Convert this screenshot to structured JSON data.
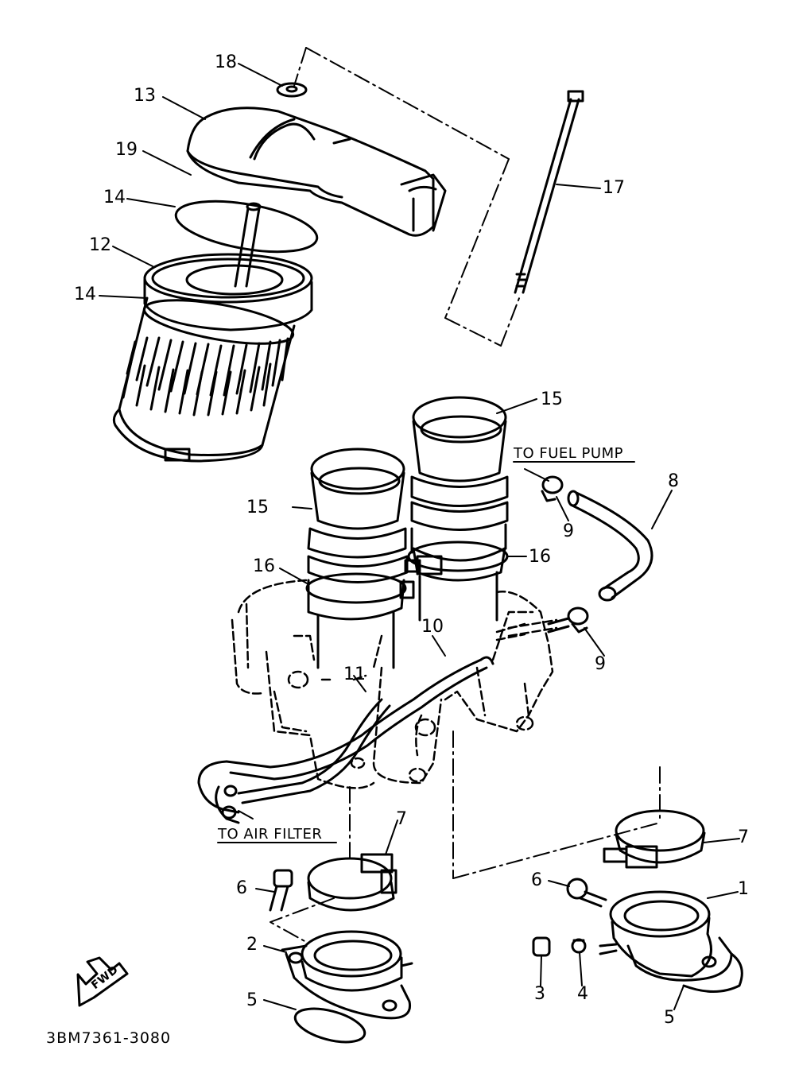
{
  "callouts": [
    {
      "id": "c18",
      "text": "18"
    },
    {
      "id": "c13",
      "text": "13"
    },
    {
      "id": "c19",
      "text": "19"
    },
    {
      "id": "c14a",
      "text": "14"
    },
    {
      "id": "c12",
      "text": "12"
    },
    {
      "id": "c14b",
      "text": "14"
    },
    {
      "id": "c17",
      "text": "17"
    },
    {
      "id": "c15a",
      "text": "15"
    },
    {
      "id": "c15b",
      "text": "15"
    },
    {
      "id": "c8",
      "text": "8"
    },
    {
      "id": "c9a",
      "text": "9"
    },
    {
      "id": "c16a",
      "text": "16"
    },
    {
      "id": "c16b",
      "text": "16"
    },
    {
      "id": "c10",
      "text": "10"
    },
    {
      "id": "c9b",
      "text": "9"
    },
    {
      "id": "c11",
      "text": "11"
    },
    {
      "id": "c7a",
      "text": "7"
    },
    {
      "id": "c7b",
      "text": "7"
    },
    {
      "id": "c6a",
      "text": "6"
    },
    {
      "id": "c6b",
      "text": "6"
    },
    {
      "id": "c1",
      "text": "1"
    },
    {
      "id": "c2",
      "text": "2"
    },
    {
      "id": "c5a",
      "text": "5"
    },
    {
      "id": "c3",
      "text": "3"
    },
    {
      "id": "c4",
      "text": "4"
    },
    {
      "id": "c5b",
      "text": "5"
    }
  ],
  "notes": {
    "to_fuel_pump": "TO FUEL PUMP",
    "to_air_filter": "TO AIR FILTER"
  },
  "fwd_label": "FWD",
  "diagram_code": "3BM7361-3080"
}
